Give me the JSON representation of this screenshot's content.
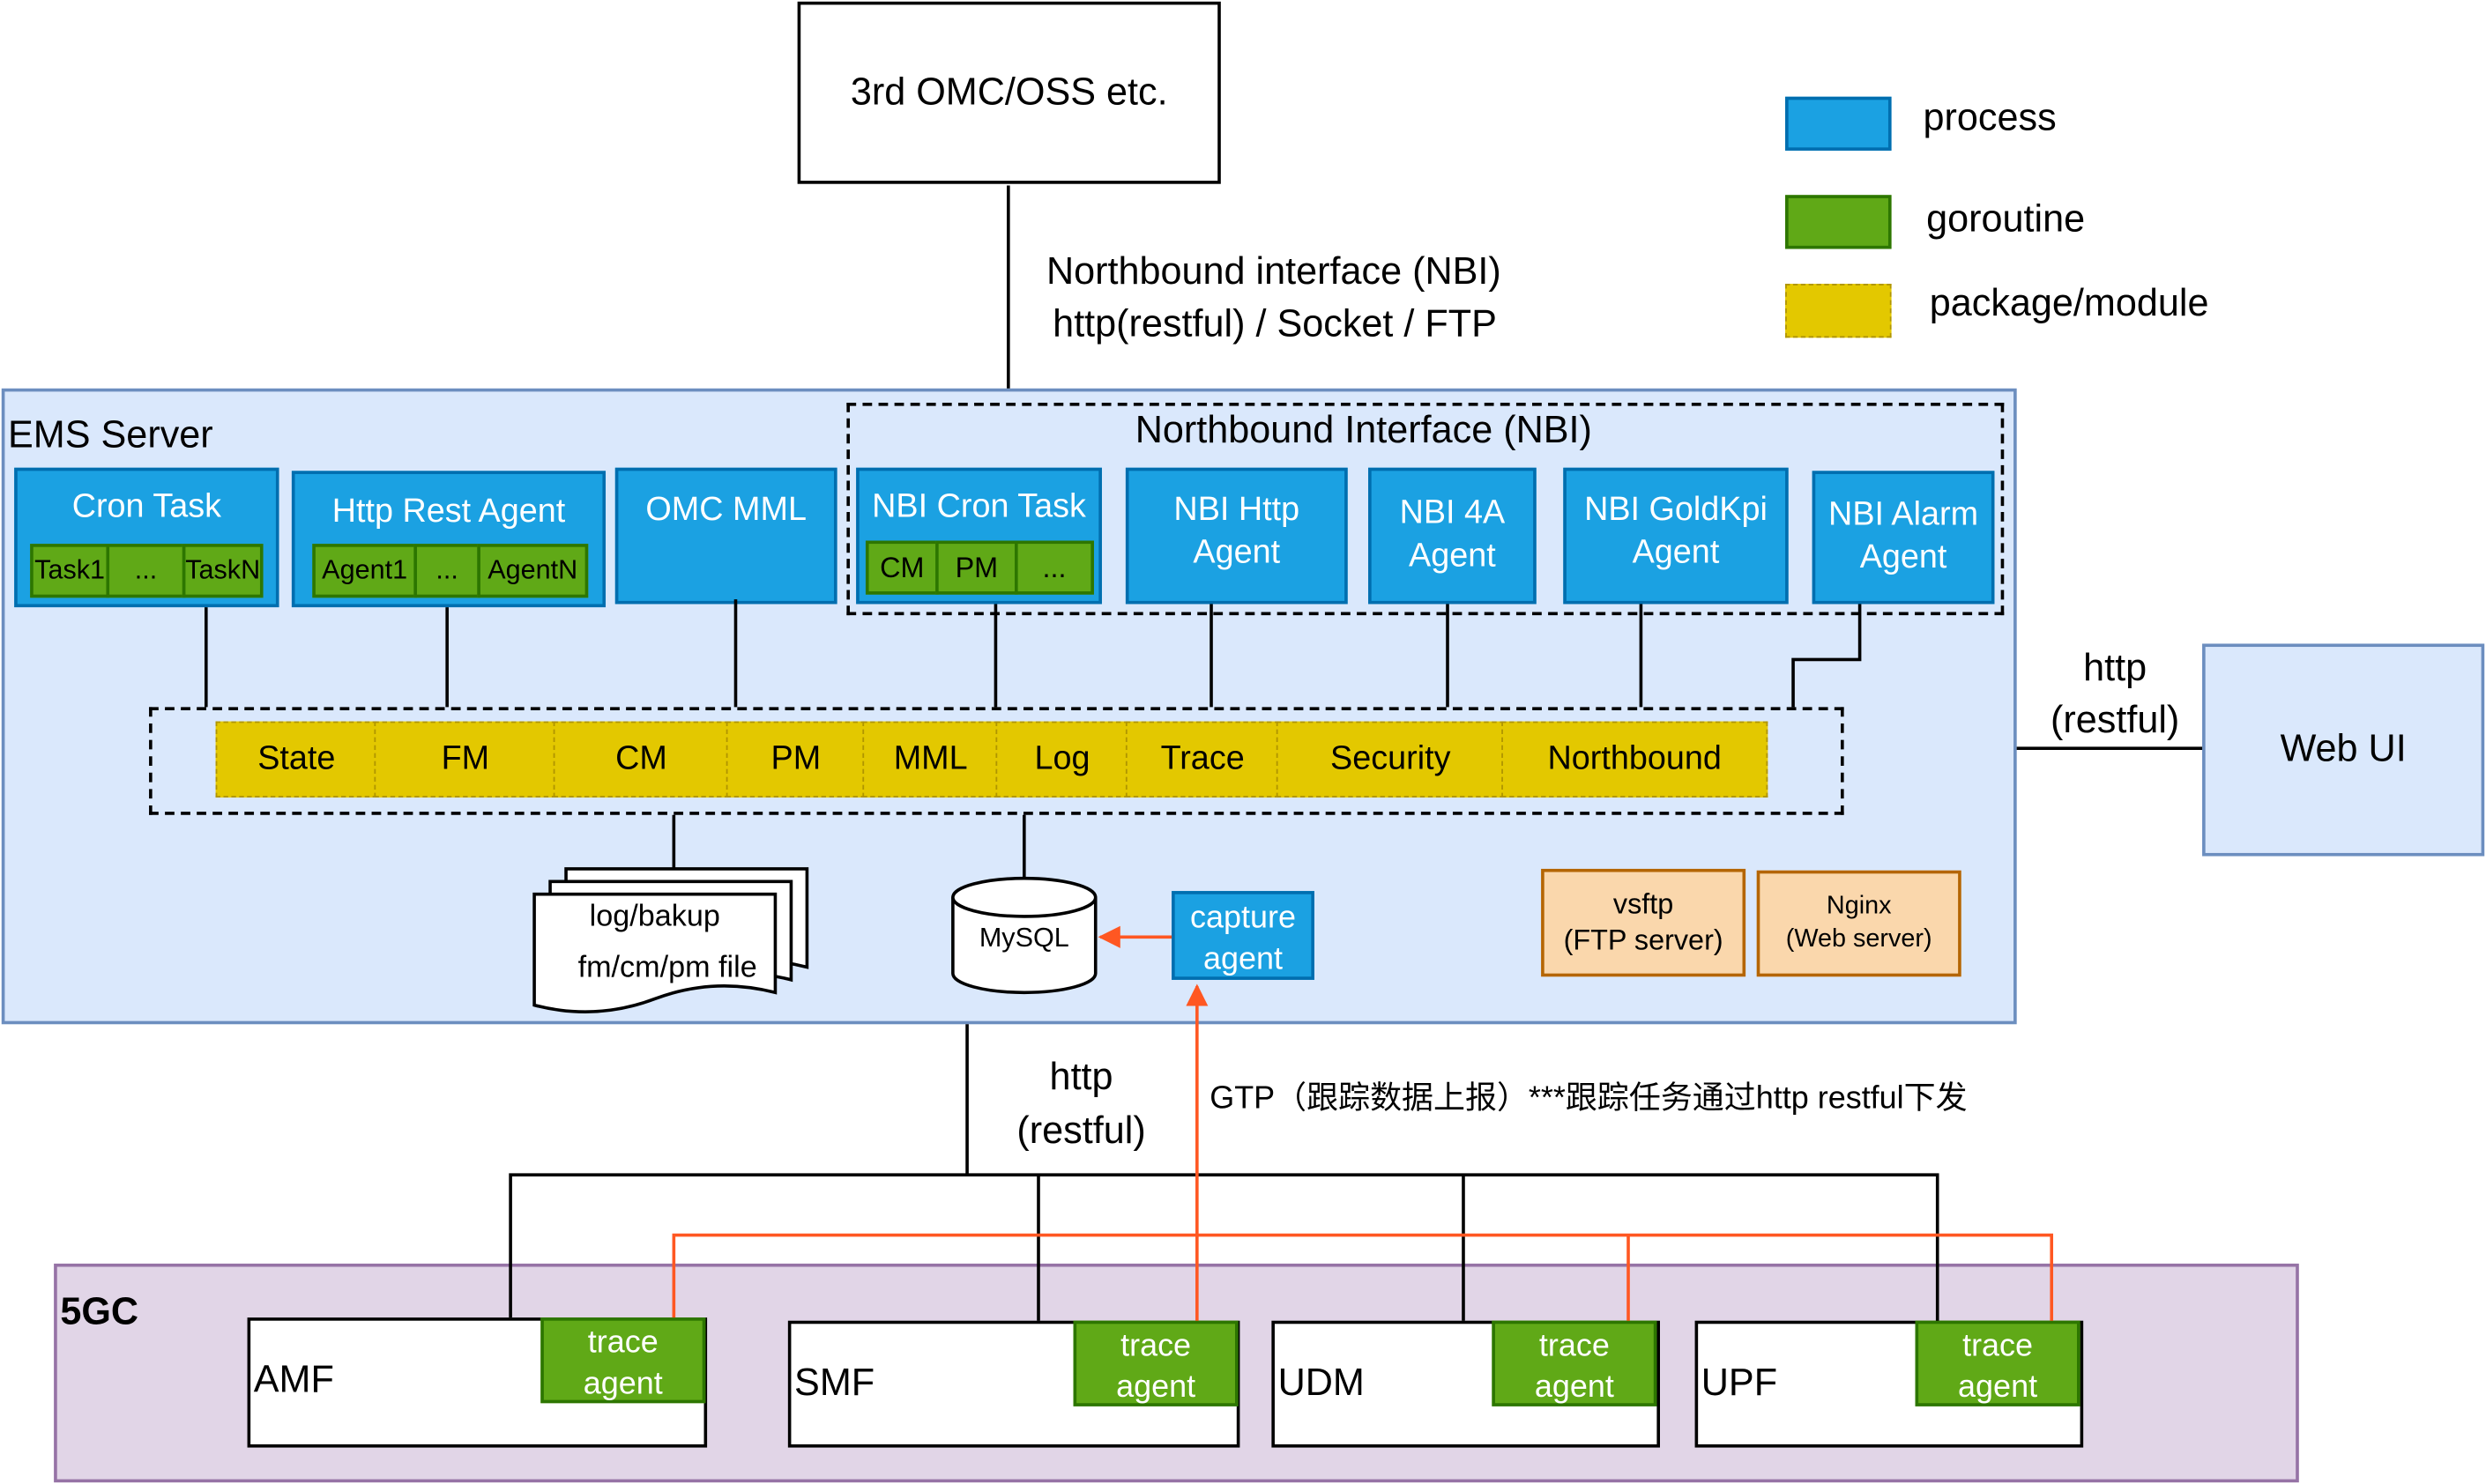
{
  "oss": {
    "label": "3rd OMC/OSS etc."
  },
  "legend": {
    "process": "process",
    "goroutine": "goroutine",
    "package": "package/module"
  },
  "nbi_link": {
    "line1": "Northbound interface (NBI)",
    "line2": "http(restful) / Socket / FTP"
  },
  "ems": {
    "title": "EMS Server",
    "nbi_group_title": "Northbound Interface (NBI)",
    "cron_task": {
      "label": "Cron Task",
      "tasks": [
        "Task1",
        "...",
        "TaskN"
      ]
    },
    "http_rest_agent": {
      "label": "Http Rest Agent",
      "agents": [
        "Agent1",
        "...",
        "AgentN"
      ]
    },
    "omc_mml": "OMC MML",
    "nbi_cron_task": {
      "label": "NBI Cron Task",
      "items": [
        "CM",
        "PM",
        "..."
      ]
    },
    "nbi_http_agent": [
      "NBI Http",
      "Agent"
    ],
    "nbi_4a_agent": [
      "NBI 4A",
      "Agent"
    ],
    "nbi_goldkpi_agent": [
      "NBI GoldKpi",
      "Agent"
    ],
    "nbi_alarm_agent": [
      "NBI Alarm",
      "Agent"
    ],
    "packages": [
      "State",
      "FM",
      "CM",
      "PM",
      "MML",
      "Log",
      "Trace",
      "Security",
      "Northbound"
    ],
    "files": [
      "log/bakup",
      "fm/cm/pm file"
    ],
    "mysql": "MySQL",
    "capture_agent": [
      "capture",
      "agent"
    ],
    "vsftp": [
      "vsftp",
      "(FTP server)"
    ],
    "nginx": [
      "Nginx",
      "(Web server)"
    ]
  },
  "webui": {
    "label": "Web UI",
    "link": [
      "http",
      "(restful)"
    ]
  },
  "south_link": [
    "http",
    "(restful)"
  ],
  "gtp_label": "GTP（跟踪数据上报）***跟踪任务通过http restful下发",
  "fivegc": {
    "title": "5GC",
    "nfs": [
      {
        "name": "AMF",
        "agent": [
          "trace",
          "agent"
        ]
      },
      {
        "name": "SMF",
        "agent": [
          "trace",
          "agent"
        ]
      },
      {
        "name": "UDM",
        "agent": [
          "trace",
          "agent"
        ]
      },
      {
        "name": "UPF",
        "agent": [
          "trace",
          "agent"
        ]
      }
    ]
  },
  "colors": {
    "process": "#1ba1e2",
    "goroutine": "#60a917",
    "package": "#e3c800",
    "server": "#fad7ac",
    "ems_bg": "#dae8fc",
    "fivegc_bg": "#e1d5e7",
    "trace_arrow": "#ff5722"
  }
}
